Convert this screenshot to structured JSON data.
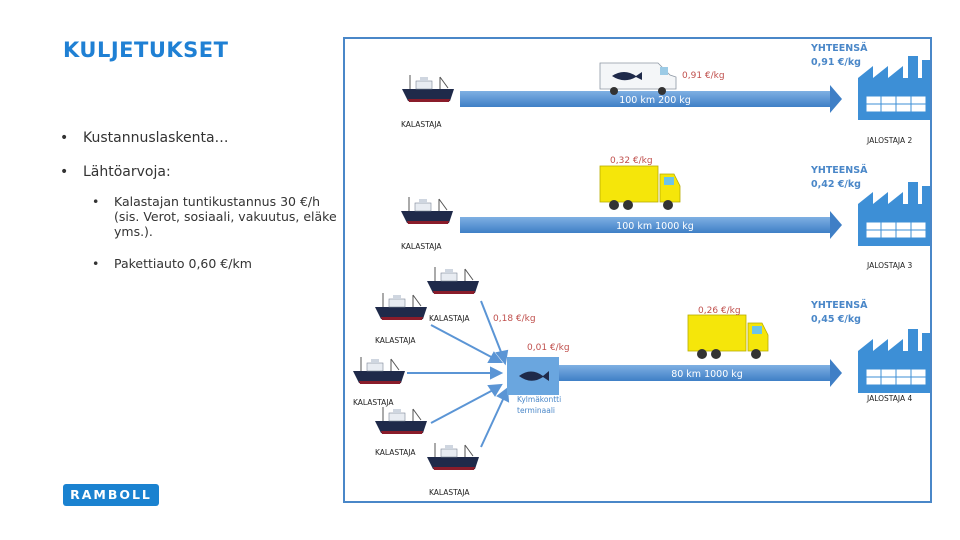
{
  "slide": {
    "title": "KULJETUKSET",
    "bullets": [
      {
        "text": "Kustannuslaskenta…"
      },
      {
        "text": "Lähtöarvoja:",
        "sub": [
          {
            "text": "Kalastajan tuntikustannus 30 €/h (sis. Verot, sosiaali, vakuutus, eläke yms.)."
          },
          {
            "text": "Pakettiauto 0,60 €/km"
          }
        ]
      }
    ],
    "logo_text": "RAMBOLL"
  },
  "diagram": {
    "route1": {
      "arrow_label": "100 km 200 kg",
      "price": "0,91 €/kg",
      "total_label": "YHTEENSÄ",
      "total_value": "0,91 €/kg",
      "source_label": "KALASTAJA",
      "factory_label": "JALOSTAJA 2"
    },
    "route2": {
      "arrow_label": "100 km 1000 kg",
      "price": "0,32 €/kg",
      "total_label": "YHTEENSÄ",
      "total_value": "0,42 €/kg",
      "source_label": "KALASTAJA",
      "factory_label": "JALOSTAJA 3"
    },
    "route3": {
      "arrow_label": "80 km 1000 kg",
      "price": "0,26 €/kg",
      "total_label": "YHTEENSÄ",
      "total_value": "0,45 €/kg",
      "factory_label": "JALOSTAJA 4",
      "collect_price": "0,18 €/kg",
      "terminal_price": "0,01 €/kg",
      "terminal_label_1": "Kylmäkontti",
      "terminal_label_2": "terminaali",
      "boat_labels": [
        "KALASTAJA",
        "KALASTAJA",
        "KALASTAJA",
        "KALASTAJA",
        "KALASTAJA"
      ]
    }
  },
  "colors": {
    "accent_blue": "#1f80d4",
    "arrow_blue": "#5b95d5",
    "price_red": "#c0504d",
    "truck_yellow": "#f5e60a",
    "factory_blue": "#3d8fd6",
    "hull_dark": "#1f2a4a",
    "hull_red": "#8a1c2a"
  }
}
